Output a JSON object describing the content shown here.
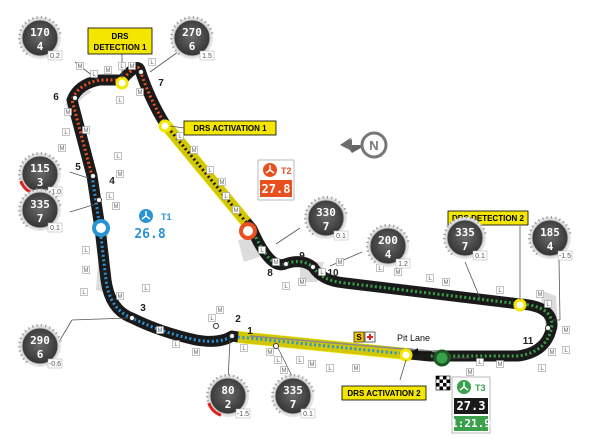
{
  "gauges": [
    {
      "id": "g1",
      "speed": "170",
      "gear": "4",
      "delta": "0.2",
      "level": 0.35
    },
    {
      "id": "g2",
      "speed": "270",
      "gear": "6",
      "delta": "1.5",
      "level": 0.55
    },
    {
      "id": "g3",
      "speed": "115",
      "gear": "3",
      "delta": "-1.0",
      "level": 0.25
    },
    {
      "id": "g4",
      "speed": "335",
      "gear": "7",
      "delta": "0.1",
      "level": 0.9
    },
    {
      "id": "g5",
      "speed": "290",
      "gear": "6",
      "delta": "-0.6",
      "level": 0.7
    },
    {
      "id": "g6",
      "speed": "80",
      "gear": "2",
      "delta": "-1.5",
      "level": 0.15
    },
    {
      "id": "g7",
      "speed": "335",
      "gear": "7",
      "delta": "0.1",
      "level": 0.9
    },
    {
      "id": "g8",
      "speed": "330",
      "gear": "7",
      "delta": "0.1",
      "level": 0.88
    },
    {
      "id": "g9",
      "speed": "200",
      "gear": "4",
      "delta": "1.2",
      "level": 0.45
    },
    {
      "id": "g10",
      "speed": "335",
      "gear": "7",
      "delta": "0.1",
      "level": 0.9
    },
    {
      "id": "g11",
      "speed": "185",
      "gear": "4",
      "delta": "-1.5",
      "level": 0.4
    }
  ],
  "labels": {
    "drs_detection_1": [
      "DRS",
      "DETECTION 1"
    ],
    "drs_activation_1": "DRS ACTIVATION 1",
    "drs_detection_2": "DRS DETECTION 2",
    "drs_activation_2": "DRS ACTIVATION 2",
    "pit_lane": "Pit Lane",
    "s_badge": "S"
  },
  "corners": [
    "1",
    "2",
    "3",
    "4",
    "5",
    "6",
    "7",
    "8",
    "9",
    "10",
    "11"
  ],
  "sectors": [
    {
      "name": "T1",
      "time": "26.8",
      "color": "#2a93d5"
    },
    {
      "name": "T2",
      "time": "27.8",
      "color": "#e8501f"
    },
    {
      "name": "T3",
      "time": "27.3",
      "color": "#3aa04a"
    }
  ],
  "lap_time": "1:21.9",
  "compass": "N",
  "marker_letters": [
    "M",
    "L"
  ],
  "colors": {
    "track": "#1a1a1a",
    "drs": "#f3e600",
    "sector1": "#2a93d5",
    "sector2": "#e8501f",
    "sector3": "#3aa04a",
    "runoff": "#d8d8d8"
  }
}
